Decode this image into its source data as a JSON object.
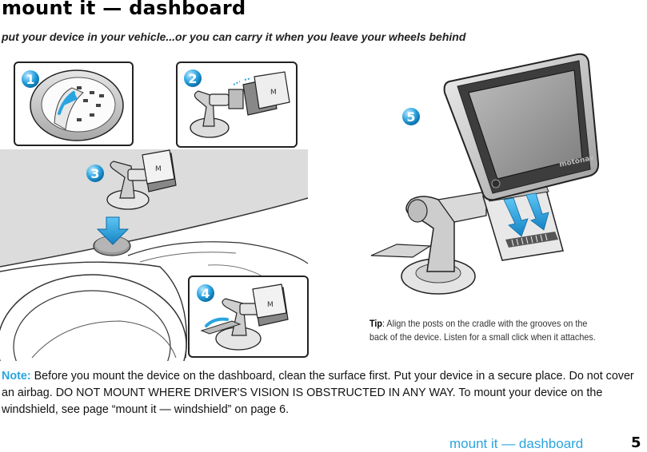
{
  "header": {
    "title": "mount it — dashboard",
    "subtitle": "put your device in your vehicle...or you can carry it when you leave your wheels behind"
  },
  "steps": [
    "1",
    "2",
    "3",
    "4",
    "5"
  ],
  "device": {
    "brand": "motonav"
  },
  "tip": {
    "label": "Tip",
    "text": ": Align the posts on the cradle with the grooves on the back of the device. Listen for a small click when it attaches."
  },
  "note": {
    "label": "Note:",
    "text": " Before you mount the device on the dashboard, clean the surface first. Put your device in a secure place. Do not cover an airbag. DO NOT MOUNT WHERE DRIVER'S VISION IS OBSTRUCTED IN ANY WAY. To mount your device on the windshield, see page “mount it — windshield” on page 6."
  },
  "footer": {
    "section_title": "mount it — dashboard",
    "page_number": "5"
  },
  "colors": {
    "accent": "#2aa4e0",
    "text": "#111111"
  }
}
